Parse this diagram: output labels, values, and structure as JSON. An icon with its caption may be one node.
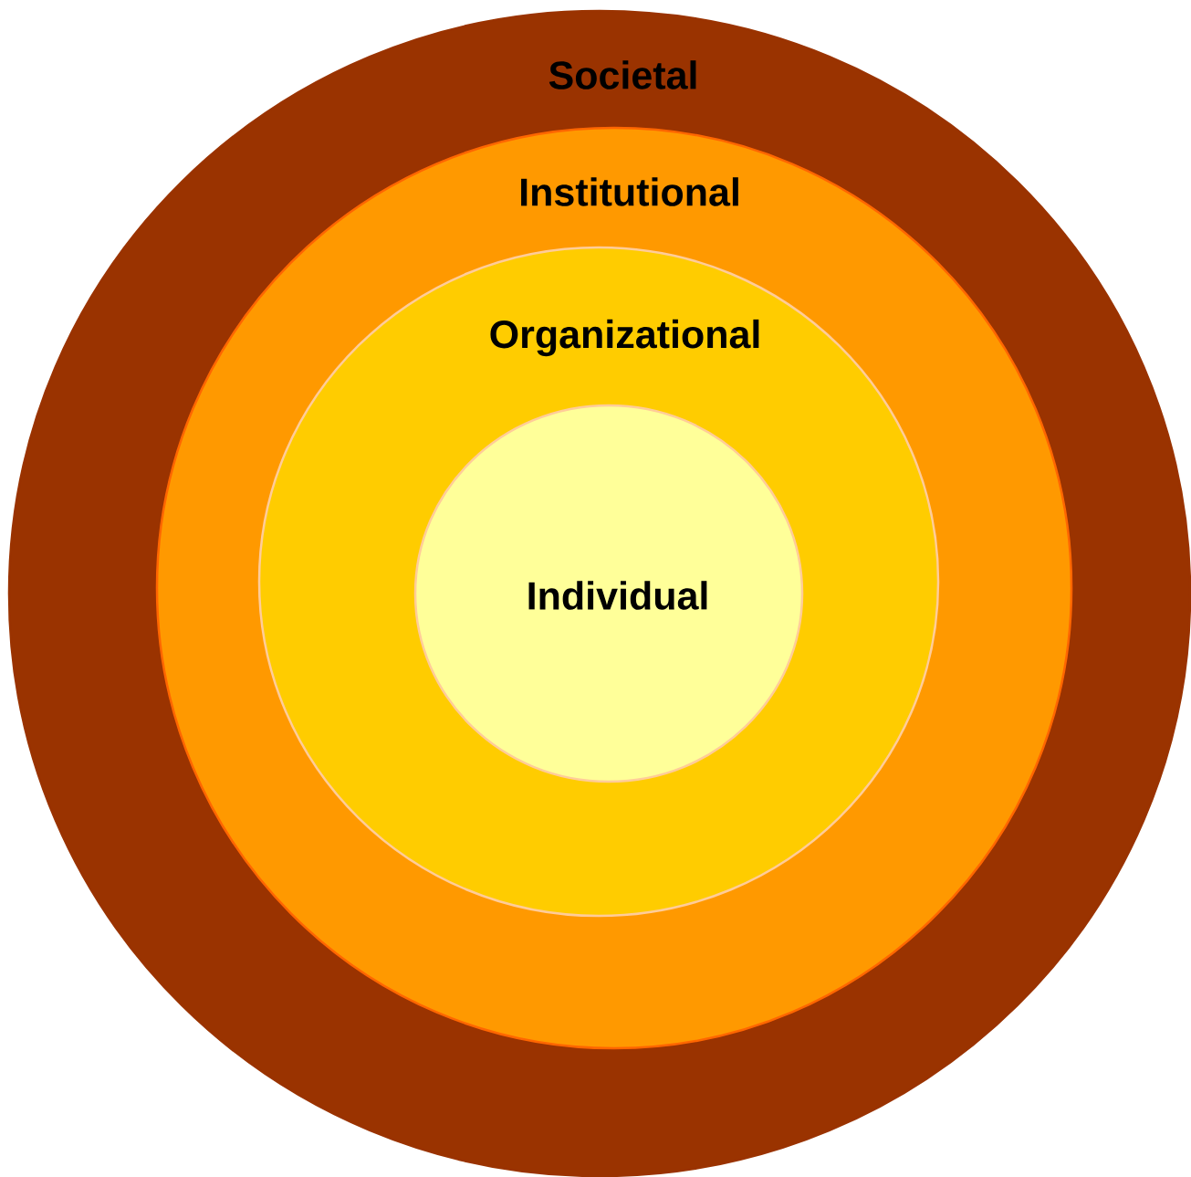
{
  "diagram": {
    "nodes": [
      {
        "text": [
          "Societal"
        ]
      },
      {
        "text": [
          "Institutional"
        ],
        "in": 0
      },
      {
        "text": [
          "Organizational"
        ],
        "in": 1
      },
      {
        "text": [
          "Individual"
        ],
        "in": 2
      }
    ]
  }
}
